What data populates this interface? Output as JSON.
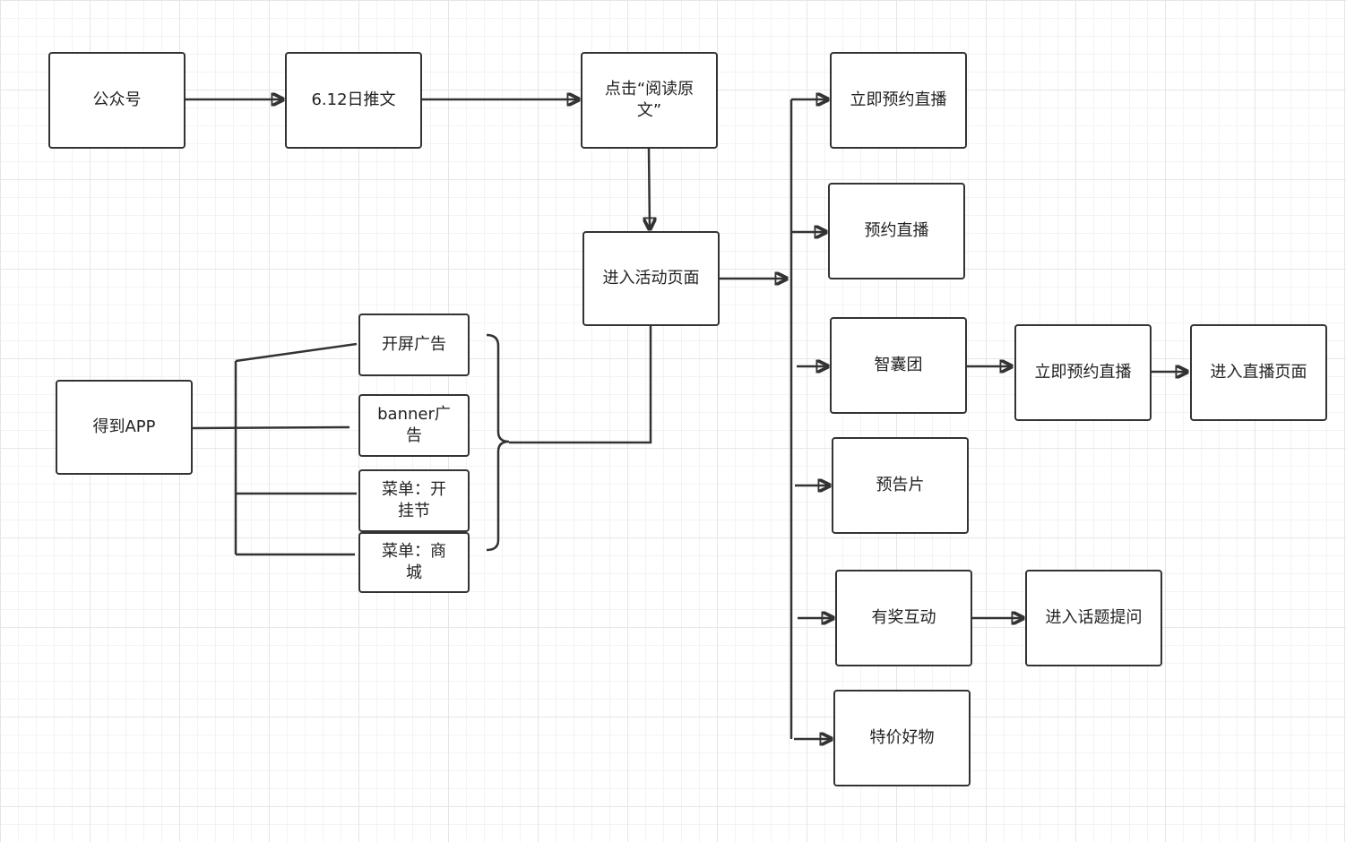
{
  "nodes": {
    "gongzhonghao": "公众号",
    "tuiwen": "6.12日推文",
    "yuedu": "点击“阅读原文”",
    "huodong": "进入活动页面",
    "dedao": "得到APP",
    "kaiping": "开屏广告",
    "banner": "banner广告",
    "caidan_kaigua": "菜单：开挂节",
    "caidan_shangcheng": "菜单：商城",
    "liji_yuyue": "立即预约直播",
    "yuyue": "预约直播",
    "zhinang": "智囊团",
    "zhinang_liji": "立即预约直播",
    "zhibo_page": "进入直播页面",
    "yugao": "预告片",
    "youjiang": "有奖互动",
    "huati": "进入话题提问",
    "tejia": "特价好物"
  }
}
